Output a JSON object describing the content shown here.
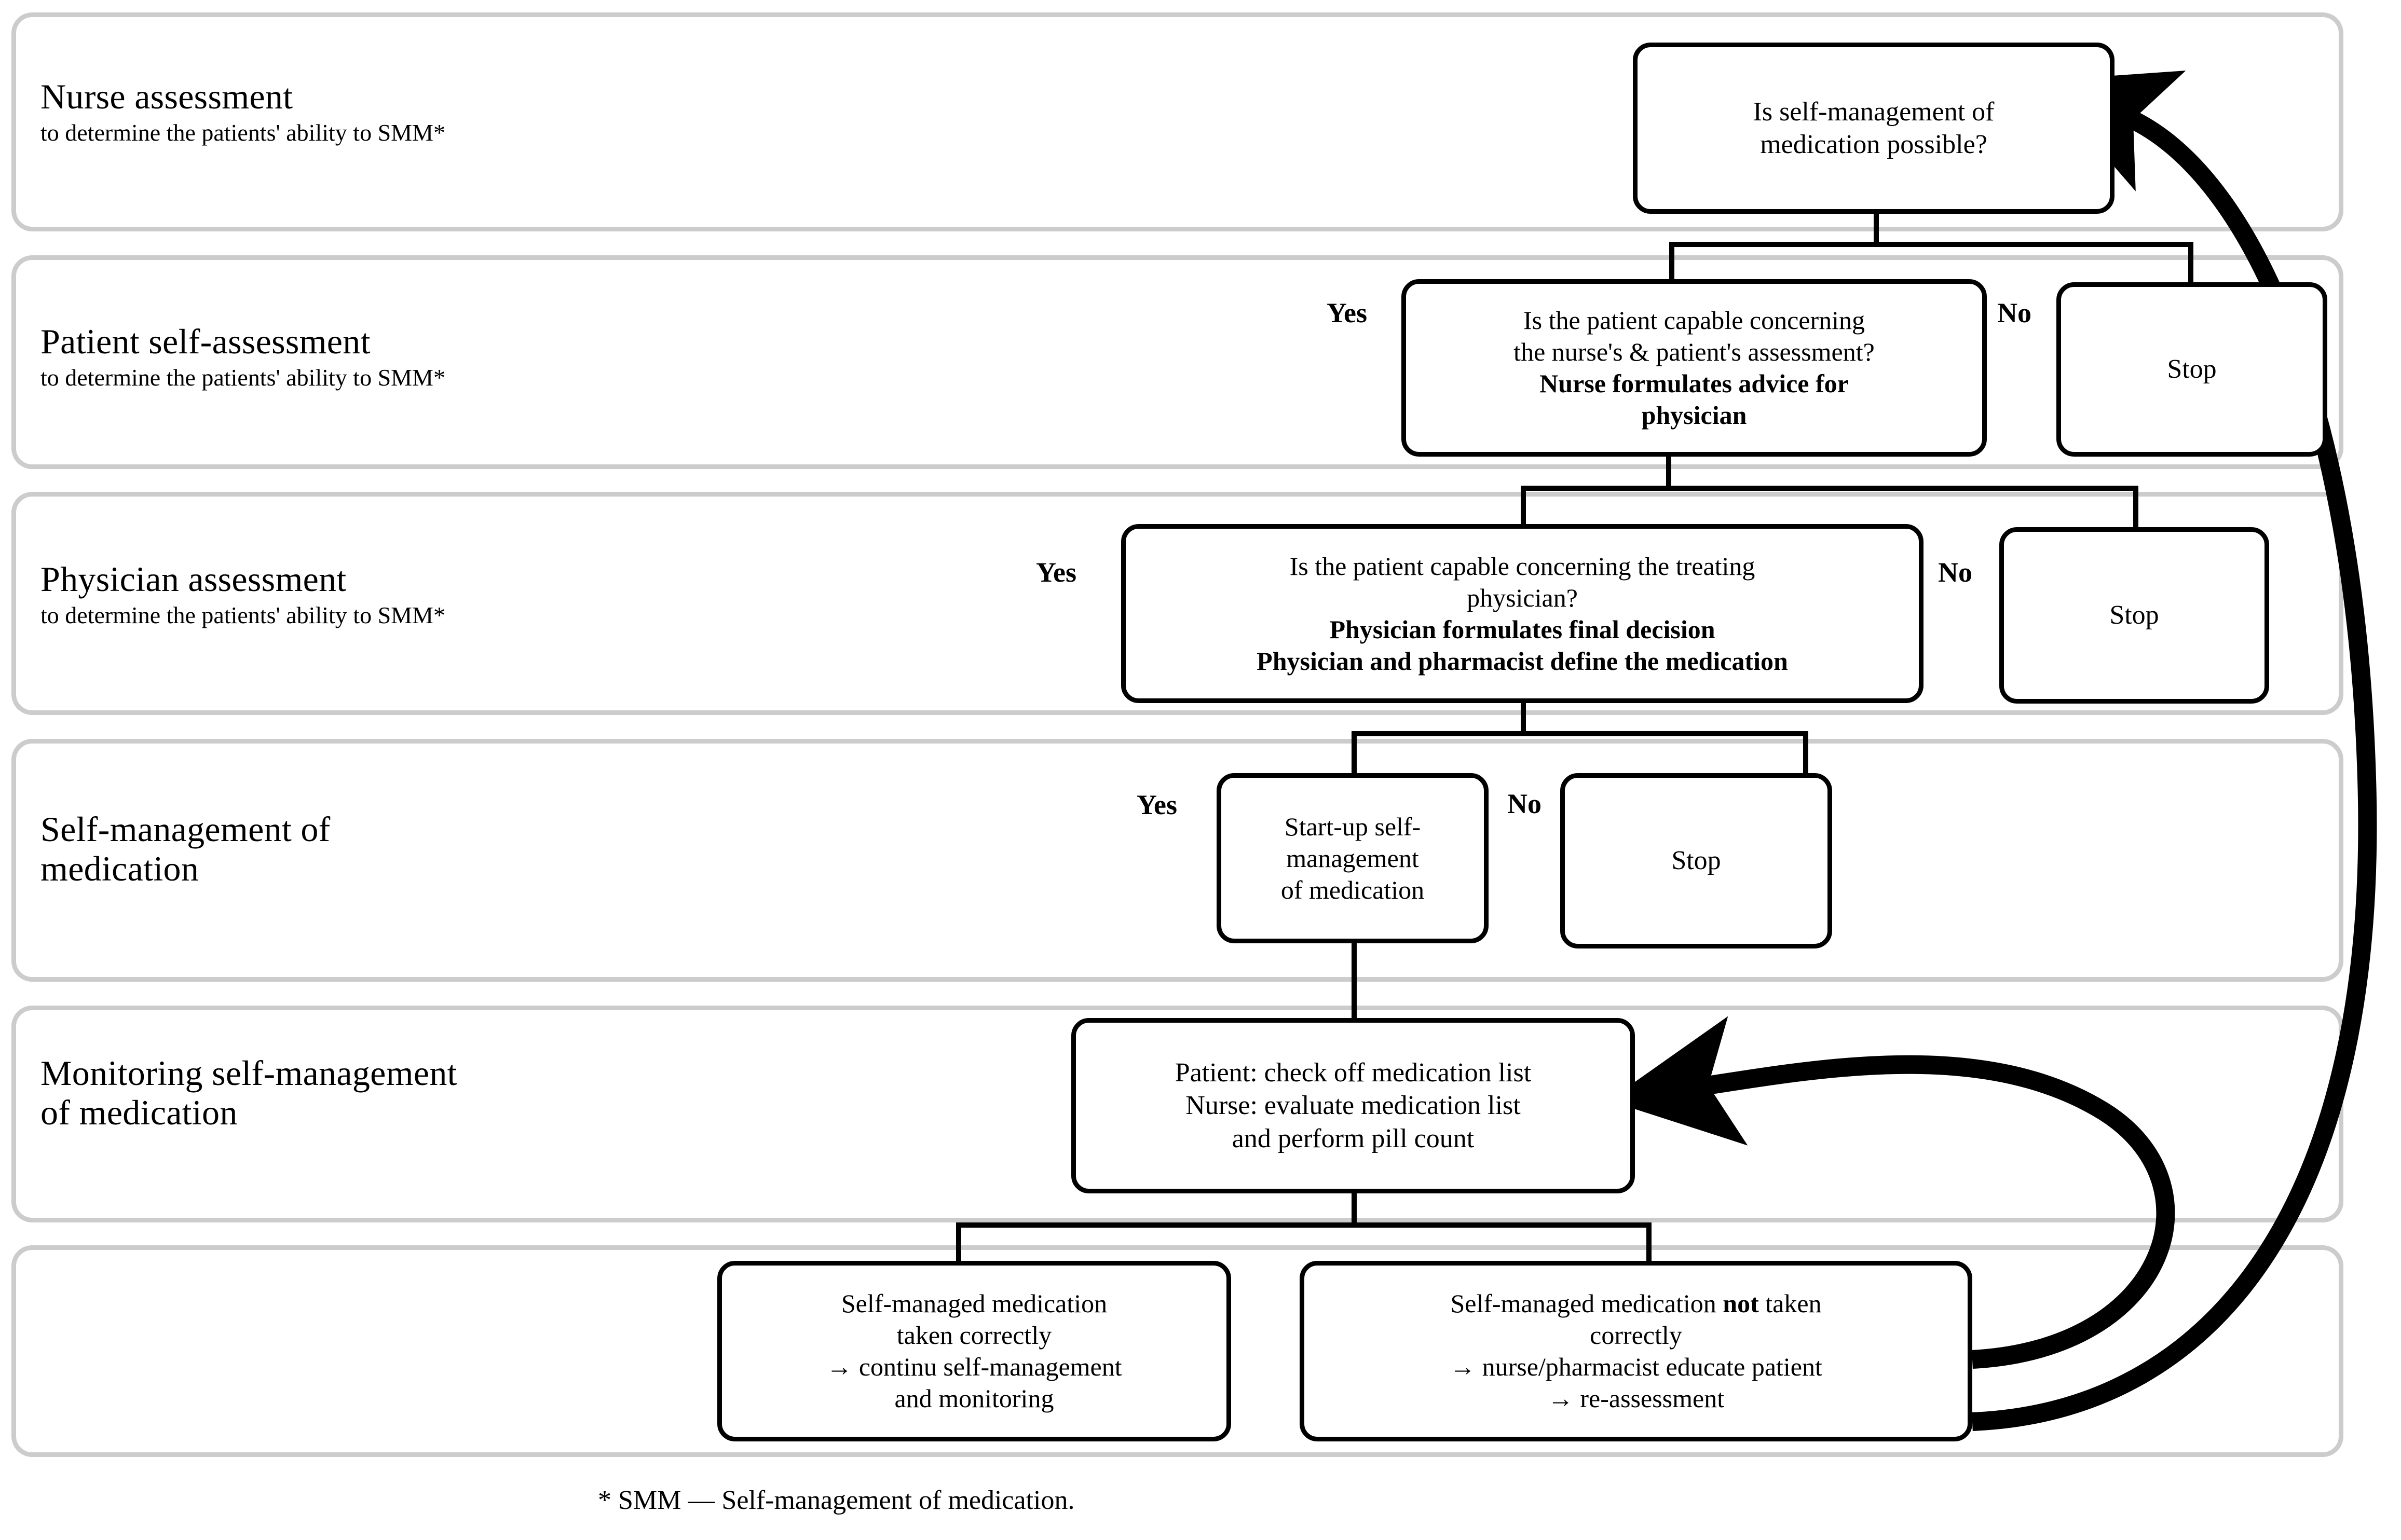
{
  "figure": {
    "type": "flowchart",
    "title": "Self-management of medication (SMM) decision flow",
    "footnote": "* SMM — Self-management of medication."
  },
  "lanes": [
    {
      "id": "lane-nurse-assessment",
      "title": "Nurse assessment",
      "subtitle": "to determine the patients' ability to SMM*"
    },
    {
      "id": "lane-patient-self-assessment",
      "title": "Patient self-assessment",
      "subtitle": "to determine the patients' ability to SMM*"
    },
    {
      "id": "lane-physician-assessment",
      "title": "Physician assessment",
      "subtitle": "to determine the patients' ability to SMM*"
    },
    {
      "id": "lane-self-management",
      "title": "Self-management of\nmedication",
      "subtitle": ""
    },
    {
      "id": "lane-monitoring",
      "title": "Monitoring self-management\nof medication",
      "subtitle": ""
    },
    {
      "id": "lane-outcome",
      "title": "",
      "subtitle": ""
    }
  ],
  "nodes": {
    "decision_smm_possible": {
      "lines": [
        {
          "text": "Is self-management of",
          "bold": false
        },
        {
          "text": "medication possible?",
          "bold": false
        }
      ]
    },
    "decision_nurse_patient": {
      "lines": [
        {
          "text": "Is the patient capable concerning",
          "bold": false
        },
        {
          "text": "the nurse's & patient's assessment?",
          "bold": false
        },
        {
          "text": "Nurse formulates advice for",
          "bold": true
        },
        {
          "text": "physician",
          "bold": true
        }
      ]
    },
    "stop_row2": {
      "lines": [
        {
          "text": "Stop",
          "bold": false
        }
      ]
    },
    "decision_physician": {
      "lines": [
        {
          "text": "Is the patient capable concerning the treating",
          "bold": false
        },
        {
          "text": "physician?",
          "bold": false
        },
        {
          "text": "Physician formulates final decision",
          "bold": true
        },
        {
          "text": "Physician and pharmacist define the medication",
          "bold": true
        }
      ]
    },
    "stop_row3": {
      "lines": [
        {
          "text": "Stop",
          "bold": false
        }
      ]
    },
    "startup_smm": {
      "lines": [
        {
          "text": "Start-up self-",
          "bold": false
        },
        {
          "text": "management",
          "bold": false
        },
        {
          "text": "of medication",
          "bold": false
        }
      ]
    },
    "stop_row4": {
      "lines": [
        {
          "text": "Stop",
          "bold": false
        }
      ]
    },
    "monitoring": {
      "lines": [
        {
          "text": "Patient: check off medication list",
          "bold": false
        },
        {
          "text": "Nurse: evaluate medication list",
          "bold": false
        },
        {
          "text": "and perform pill count",
          "bold": false
        }
      ]
    },
    "outcome_correct": {
      "lines": [
        {
          "text": "Self-managed medication",
          "bold": false
        },
        {
          "text": "taken correctly",
          "bold": false
        },
        {
          "text": "→ continu self-management",
          "bold": false
        },
        {
          "text": "and monitoring",
          "bold": false
        }
      ]
    },
    "outcome_incorrect": {
      "lines": [
        {
          "text": "Self-managed medication <b>not</b> taken",
          "bold": false,
          "html": true
        },
        {
          "text": "correctly",
          "bold": false
        },
        {
          "text": "→ nurse/pharmacist educate patient",
          "bold": false
        },
        {
          "text": "→ re-assessment",
          "bold": false
        }
      ]
    }
  },
  "branch_labels": {
    "row2_yes": "Yes",
    "row2_no": "No",
    "row3_yes": "Yes",
    "row3_no": "No",
    "row4_yes": "Yes",
    "row4_no": "No"
  },
  "colors": {
    "lane_border": "#cccccc",
    "node_border": "#000000",
    "text": "#000000",
    "background": "#ffffff"
  }
}
